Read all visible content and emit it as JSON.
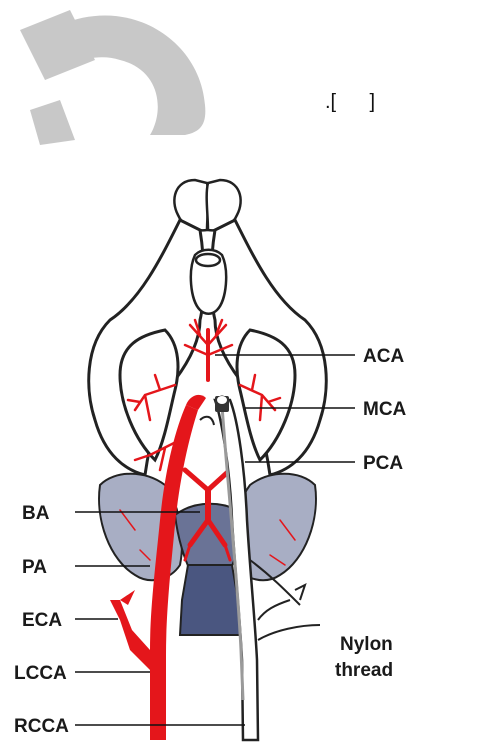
{
  "header": {
    "bracket_text": ".[      ]"
  },
  "labels": {
    "aca": "ACA",
    "mca": "MCA",
    "pca": "PCA",
    "ba": "BA",
    "pa": "PA",
    "eca": "ECA",
    "lcca": "LCCA",
    "rcca": "RCCA",
    "nylon_line1": "Nylon",
    "nylon_line2": "thread"
  },
  "colors": {
    "artery": "#e4161b",
    "outline": "#222222",
    "brainstem": "#4a5680",
    "watermark": "#c8c8c8",
    "thread": "#9a9a9a"
  }
}
